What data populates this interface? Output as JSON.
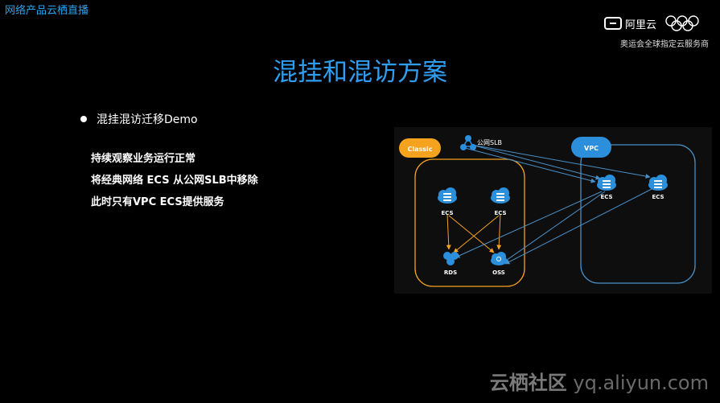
{
  "header": {
    "corner_title": "网络产品云栖直播",
    "brand_name": "阿里云",
    "brand_tagline": "奥运会全球指定云服务商"
  },
  "slide": {
    "title": "混挂和混访方案",
    "bullet": "混挂混访迁移Demo",
    "lines": [
      "持续观察业务运行正常",
      "将经典网络 ECS 从公网SLB中移除",
      "此时只有VPC ECS提供服务"
    ]
  },
  "diagram": {
    "classic_label": "Classic",
    "vpc_label": "VPC",
    "slb_label": "公网SLB",
    "classic_ecs_labels": [
      "ECS",
      "ECS"
    ],
    "rds_label": "RDS",
    "oss_label": "OSS",
    "vpc_ecs_labels": [
      "ECS",
      "ECS"
    ],
    "colors": {
      "classic": "#f5a21f",
      "vpc": "#4a90c8",
      "node": "#2b8fdc"
    }
  },
  "watermark": {
    "cn": "云栖社区",
    "url": "yq.aliyun.com"
  }
}
